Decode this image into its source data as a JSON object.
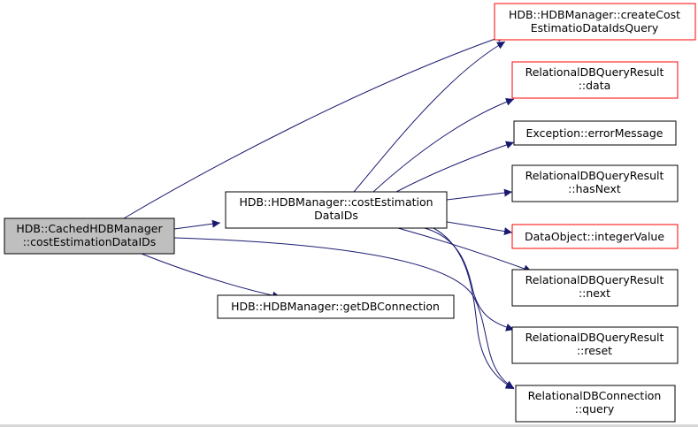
{
  "colors": {
    "edge": "#191970",
    "border_default": "#000000",
    "border_highlight": "#ff0000",
    "fill_root": "#bfbfbf",
    "fill_default": "#ffffff"
  },
  "nodes": {
    "root": {
      "lines": [
        "HDB::CachedHDBManager",
        "::costEstimationDataIDs"
      ],
      "style": "root"
    },
    "cost_estimation_data_ids": {
      "lines": [
        "HDB::HDBManager::costEstimation",
        "DataIDs"
      ],
      "style": "default"
    },
    "get_db_connection": {
      "lines": [
        "HDB::HDBManager::getDBConnection"
      ],
      "style": "default"
    },
    "create_cost_estimation_query": {
      "lines": [
        "HDB::HDBManager::createCost",
        "EstimatioDataIdsQuery"
      ],
      "style": "highlight"
    },
    "result_data": {
      "lines": [
        "RelationalDBQueryResult",
        "::data"
      ],
      "style": "highlight"
    },
    "error_message": {
      "lines": [
        "Exception::errorMessage"
      ],
      "style": "default"
    },
    "result_has_next": {
      "lines": [
        "RelationalDBQueryResult",
        "::hasNext"
      ],
      "style": "default"
    },
    "integer_value": {
      "lines": [
        "DataObject::integerValue"
      ],
      "style": "highlight"
    },
    "result_next": {
      "lines": [
        "RelationalDBQueryResult",
        "::next"
      ],
      "style": "default"
    },
    "result_reset": {
      "lines": [
        "RelationalDBQueryResult",
        "::reset"
      ],
      "style": "default"
    },
    "connection_query": {
      "lines": [
        "RelationalDBConnection",
        "::query"
      ],
      "style": "default"
    }
  },
  "edges": [
    {
      "from": "root",
      "to": "cost_estimation_data_ids"
    },
    {
      "from": "root",
      "to": "get_db_connection"
    },
    {
      "from": "root",
      "to": "create_cost_estimation_query"
    },
    {
      "from": "root",
      "to": "connection_query"
    },
    {
      "from": "cost_estimation_data_ids",
      "to": "create_cost_estimation_query"
    },
    {
      "from": "cost_estimation_data_ids",
      "to": "result_data"
    },
    {
      "from": "cost_estimation_data_ids",
      "to": "error_message"
    },
    {
      "from": "cost_estimation_data_ids",
      "to": "result_has_next"
    },
    {
      "from": "cost_estimation_data_ids",
      "to": "integer_value"
    },
    {
      "from": "cost_estimation_data_ids",
      "to": "result_next"
    },
    {
      "from": "cost_estimation_data_ids",
      "to": "result_reset"
    },
    {
      "from": "cost_estimation_data_ids",
      "to": "connection_query"
    }
  ]
}
